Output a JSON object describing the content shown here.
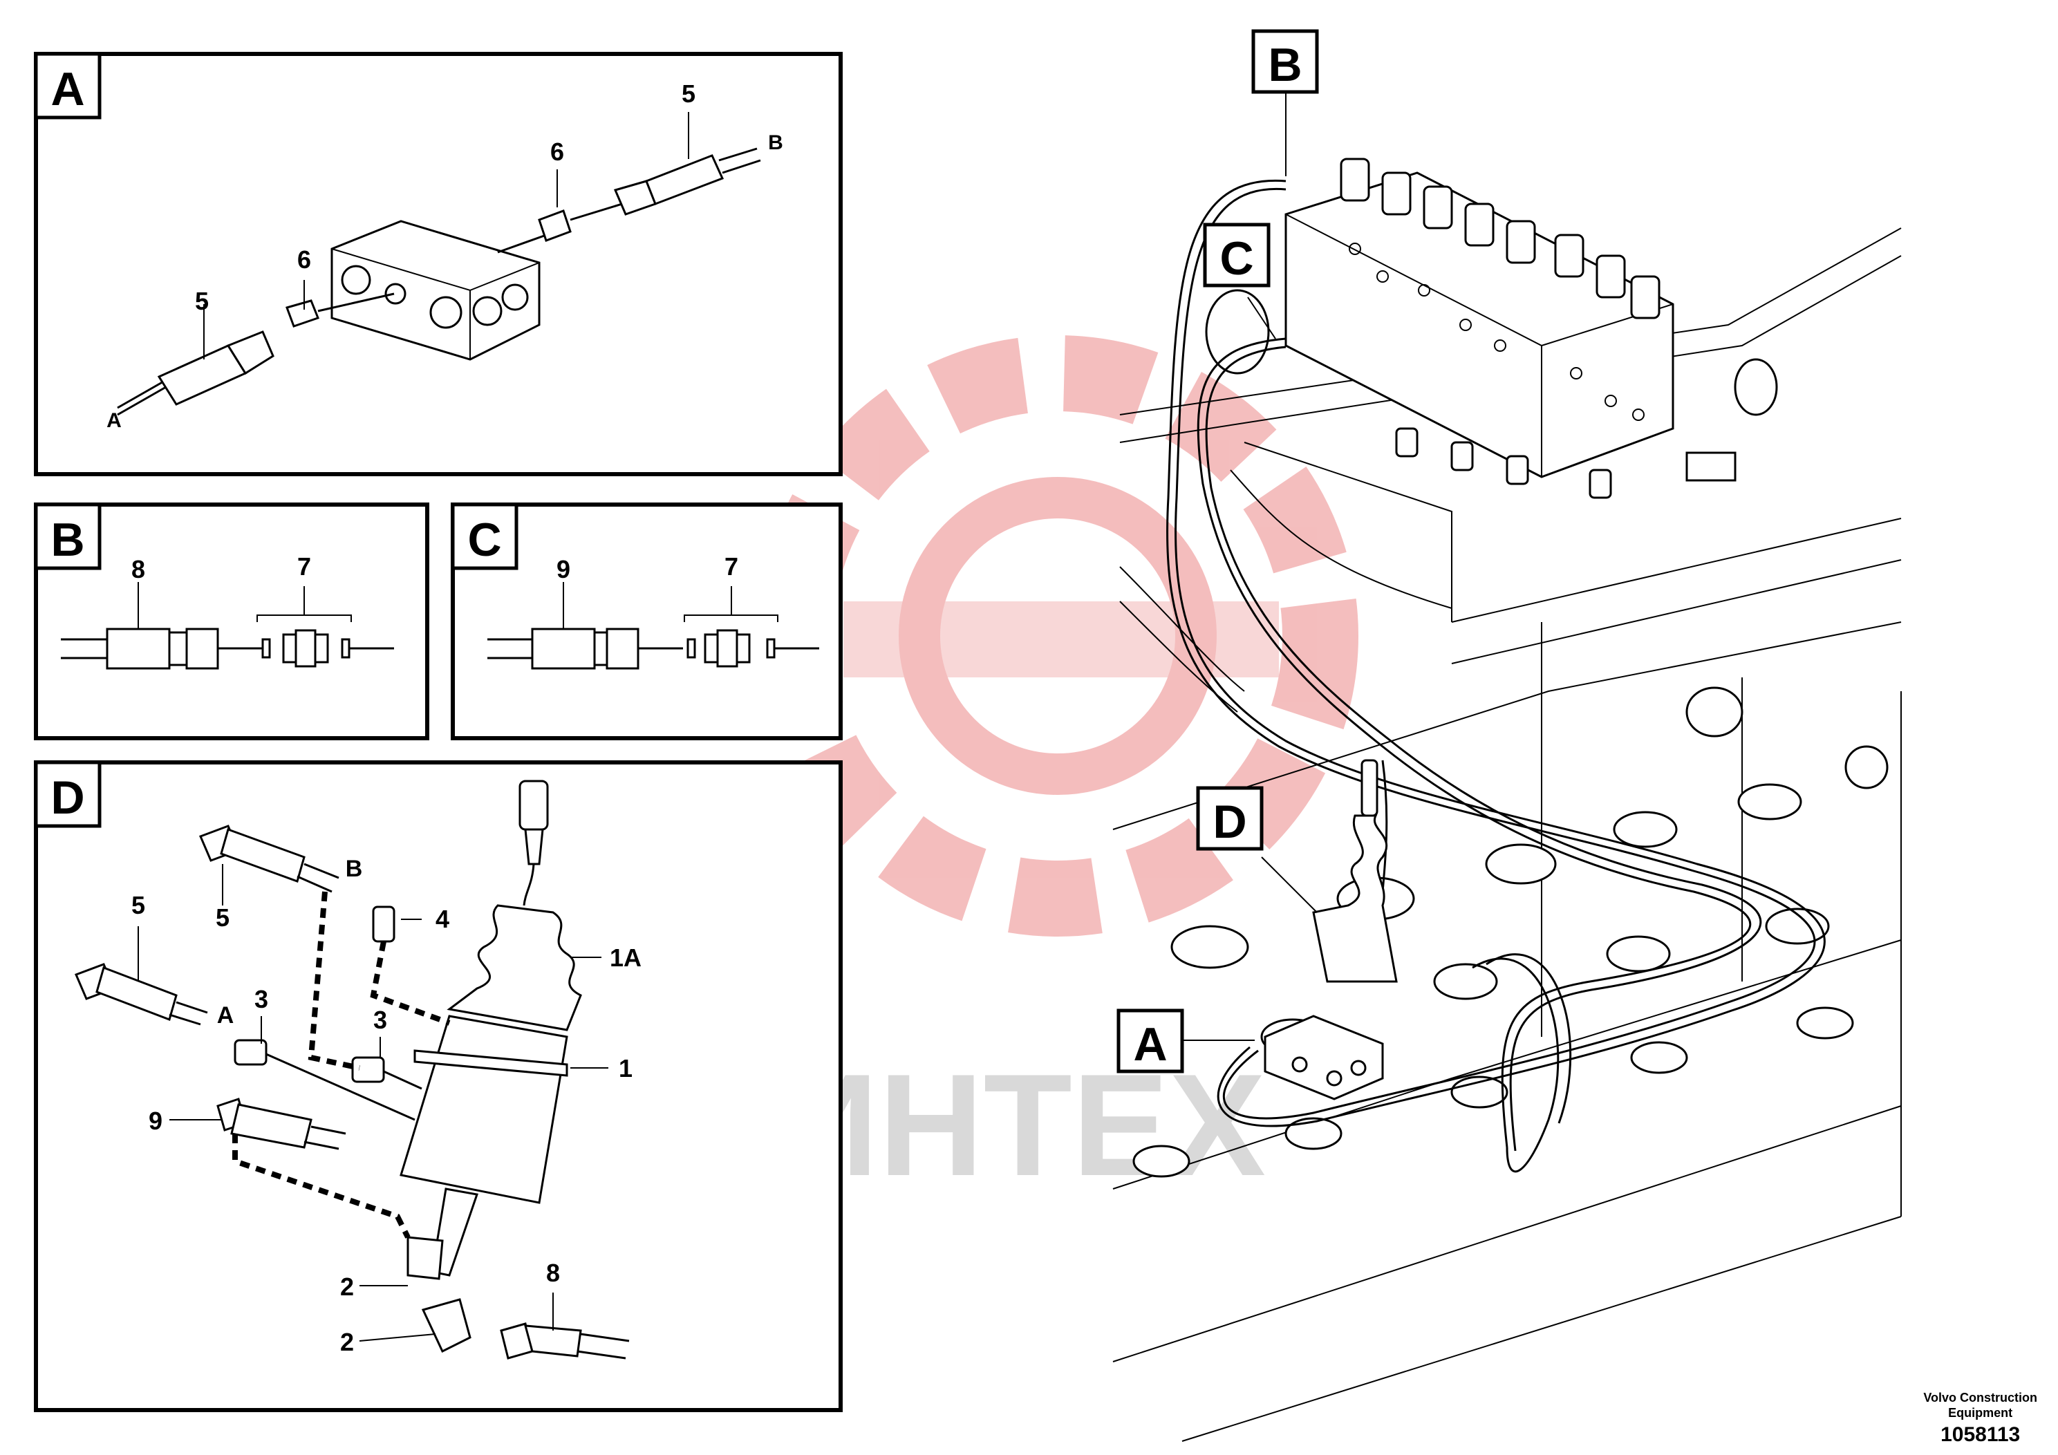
{
  "panels": {
    "A": {
      "tag": "A",
      "callouts": [
        "5",
        "6",
        "6",
        "5"
      ],
      "ends": [
        "A",
        "B"
      ]
    },
    "B": {
      "tag": "B",
      "callouts": [
        "8",
        "7"
      ]
    },
    "C": {
      "tag": "C",
      "callouts": [
        "9",
        "7"
      ]
    },
    "D": {
      "tag": "D",
      "callouts": [
        "5",
        "5",
        "4",
        "1A",
        "3",
        "3",
        "1",
        "9",
        "2",
        "2",
        "8"
      ],
      "ends": [
        "B",
        "A"
      ]
    }
  },
  "overview_tags": [
    "B",
    "C",
    "D",
    "A"
  ],
  "watermark": {
    "text": "ИНТЕХ",
    "color": "#e8c8c8"
  },
  "credit": {
    "maker_line1": "Volvo Construction",
    "maker_line2": "Equipment",
    "drawing_number": "1058113"
  }
}
